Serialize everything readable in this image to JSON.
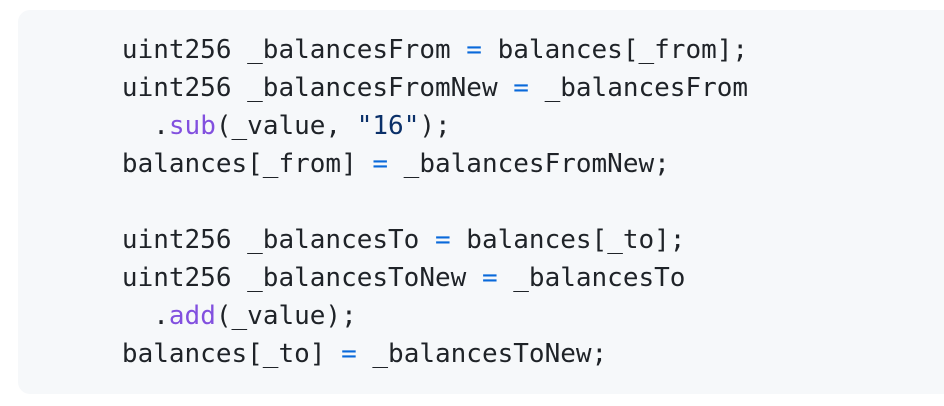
{
  "colors": {
    "page_background": "#ffffff",
    "panel_background": "#f6f8fa",
    "fg": "#1f2328",
    "operator": "#0969da",
    "function": "#8250df",
    "string": "#0a3069"
  },
  "code": {
    "language": "solidity",
    "plain_text": "      uint256 _balancesFrom = balances[_from];\n      uint256 _balancesFromNew = _balancesFrom\n        .sub(_value, \"16\");\n      balances[_from] = _balancesFromNew;\n\n      uint256 _balancesTo = balances[_to];\n      uint256 _balancesToNew = _balancesTo\n        .add(_value);\n      balances[_to] = _balancesToNew;",
    "lines": [
      [
        {
          "t": "      uint256 _balancesFrom ",
          "c": "fg"
        },
        {
          "t": "=",
          "c": "operator"
        },
        {
          "t": " balances[_from];",
          "c": "fg"
        }
      ],
      [
        {
          "t": "      uint256 _balancesFromNew ",
          "c": "fg"
        },
        {
          "t": "=",
          "c": "operator"
        },
        {
          "t": " _balancesFrom",
          "c": "fg"
        }
      ],
      [
        {
          "t": "        .",
          "c": "fg"
        },
        {
          "t": "sub",
          "c": "function"
        },
        {
          "t": "(_value, ",
          "c": "fg"
        },
        {
          "t": "\"16\"",
          "c": "string"
        },
        {
          "t": ");",
          "c": "fg"
        }
      ],
      [
        {
          "t": "      balances[_from] ",
          "c": "fg"
        },
        {
          "t": "=",
          "c": "operator"
        },
        {
          "t": " _balancesFromNew;",
          "c": "fg"
        }
      ],
      [
        {
          "t": "",
          "c": "fg"
        }
      ],
      [
        {
          "t": "      uint256 _balancesTo ",
          "c": "fg"
        },
        {
          "t": "=",
          "c": "operator"
        },
        {
          "t": " balances[_to];",
          "c": "fg"
        }
      ],
      [
        {
          "t": "      uint256 _balancesToNew ",
          "c": "fg"
        },
        {
          "t": "=",
          "c": "operator"
        },
        {
          "t": " _balancesTo",
          "c": "fg"
        }
      ],
      [
        {
          "t": "        .",
          "c": "fg"
        },
        {
          "t": "add",
          "c": "function"
        },
        {
          "t": "(_value);",
          "c": "fg"
        }
      ],
      [
        {
          "t": "      balances[_to] ",
          "c": "fg"
        },
        {
          "t": "=",
          "c": "operator"
        },
        {
          "t": " _balancesToNew;",
          "c": "fg"
        }
      ]
    ]
  }
}
